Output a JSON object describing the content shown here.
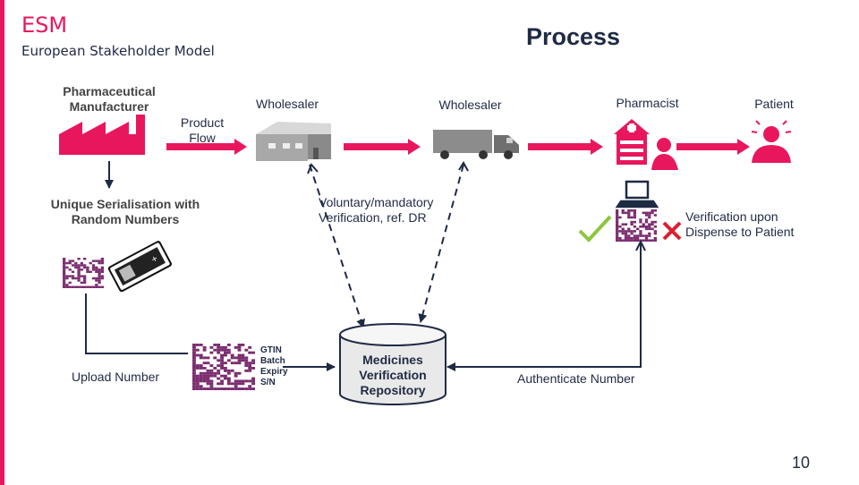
{
  "header": {
    "brand": "ESM",
    "subtitle": "European Stakeholder Model",
    "title": "Process"
  },
  "actors": {
    "manufacturer": "Pharmaceutical Manufacturer",
    "product_flow": "Product Flow",
    "wholesaler_1": "Wholesaler",
    "wholesaler_2": "Wholesaler",
    "pharmacist": "Pharmacist",
    "patient": "Patient"
  },
  "notes": {
    "serialisation": "Unique Serialisation with Random Numbers",
    "verification": "Voluntary/mandatory Verification, ref. DR",
    "dispense": "Verification upon Dispense to Patient",
    "upload": "Upload Number",
    "authenticate": "Authenticate Number"
  },
  "code_fields": [
    "GTIN",
    "Batch",
    "Expiry",
    "S/N"
  ],
  "repository": [
    "Medicines",
    "Verification",
    "Repository"
  ],
  "page_number": "10",
  "colors": {
    "accent": "#e8175d",
    "navy": "#1f2a44",
    "matrix": "#7a2c6e",
    "check": "#8cc63f",
    "cross": "#d92030"
  }
}
